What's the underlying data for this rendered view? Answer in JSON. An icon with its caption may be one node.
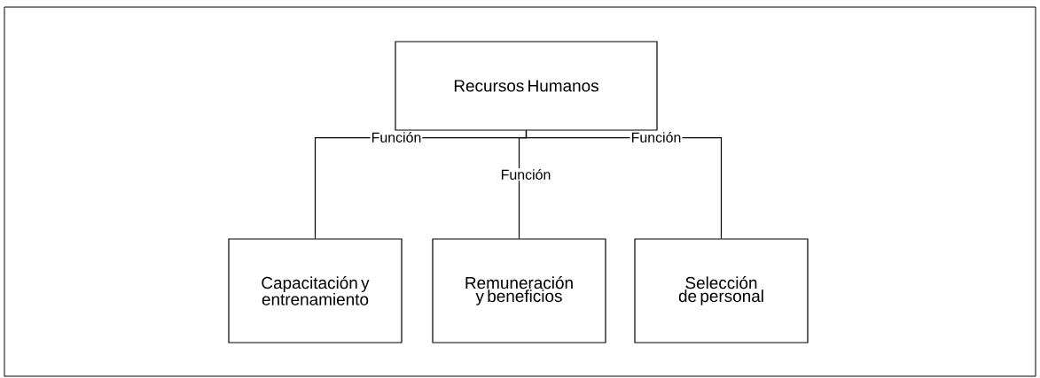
{
  "diagram": {
    "nodes": [
      {
        "text": [
          "Recursos Humanos"
        ]
      },
      {
        "text": [
          "Capacitación y entrenamiento"
        ]
      },
      {
        "text": [
          "Remuneración y beneficios"
        ]
      },
      {
        "text": [
          "Selección de personal"
        ]
      }
    ],
    "edges": [
      {
        "from": 0,
        "to": 1,
        "arrow": "none",
        "label": "Función"
      },
      {
        "from": 0,
        "to": 2,
        "arrow": "none",
        "label": "Función"
      },
      {
        "from": 0,
        "to": 3,
        "arrow": "none",
        "label": "Función"
      }
    ]
  }
}
